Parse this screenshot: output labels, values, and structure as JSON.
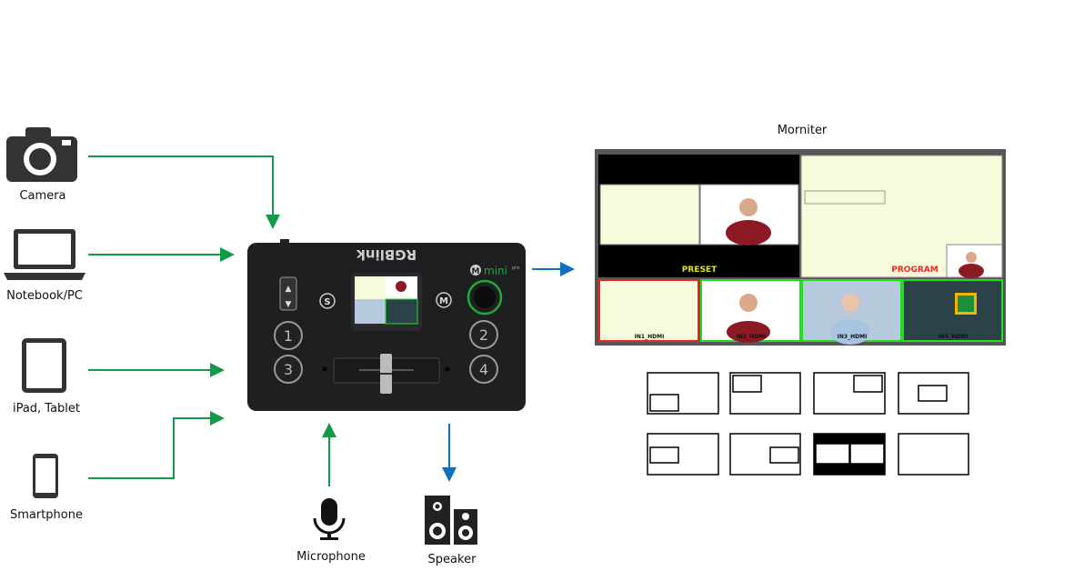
{
  "sources": {
    "camera": "Camera",
    "notebook": "Notebook/PC",
    "tablet": "iPad, Tablet",
    "smartphone": "Smartphone"
  },
  "audio": {
    "microphone": "Microphone",
    "speaker": "Speaker"
  },
  "device": {
    "brand": "RGBlink",
    "model": "mini",
    "model_suffix": "pro",
    "model_badge": "M",
    "s_button": "S",
    "m_button": "M",
    "buttons": [
      "1",
      "2",
      "3",
      "4"
    ]
  },
  "monitor": {
    "title": "Morniter",
    "preset_label": "PRESET",
    "program_label": "PROGRAM",
    "inputs": [
      "IN1_HDMI",
      "IN2_HDMI",
      "IN3_HDMI",
      "IN4_HDMI"
    ]
  },
  "colors": {
    "input_arrow": "#129a48",
    "output_arrow": "#1070c0",
    "preset": "#e6e600",
    "program": "#ff2020",
    "active_border": "#22dd22",
    "preview_border": "#ee2222"
  }
}
